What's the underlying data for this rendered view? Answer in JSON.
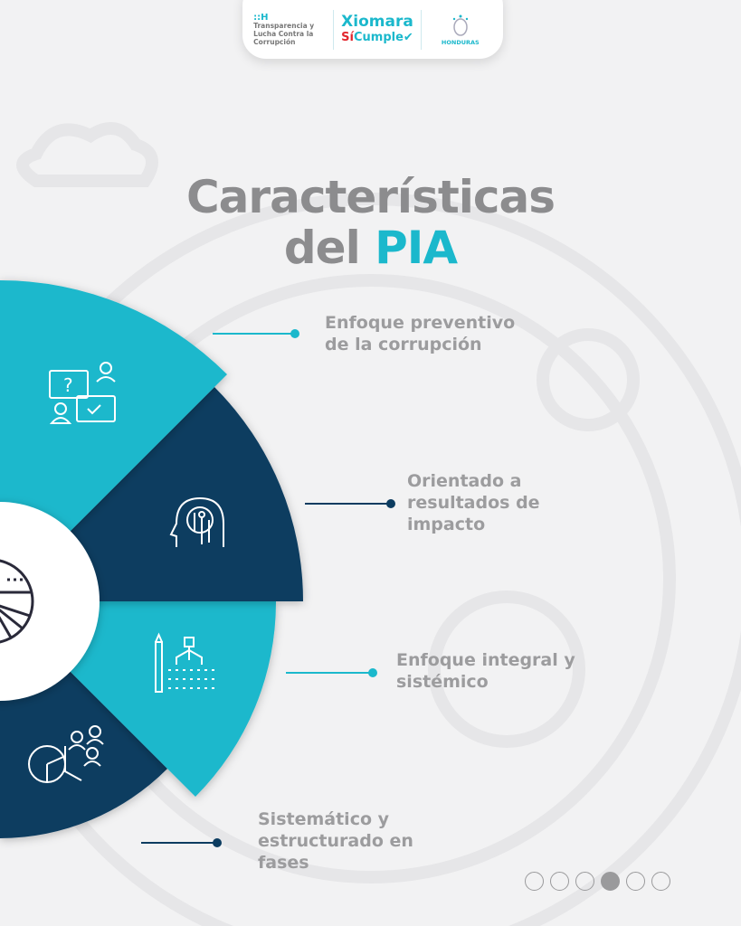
{
  "header": {
    "logo_left": {
      "mark": "::H",
      "text": "Transparencia y Lucha Contra la Corrupción"
    },
    "logo_center": {
      "line1": "Xiomara",
      "si": "Sí",
      "cumple": "Cumple✔"
    },
    "logo_right": {
      "text": "HONDURAS"
    }
  },
  "title": {
    "line1": "Características",
    "line2_prefix": "del ",
    "line2_highlight": "PIA"
  },
  "items": [
    {
      "label_line1": "Enfoque preventivo",
      "label_line2": "de la corrupción",
      "icon": "feedback-chat-icon"
    },
    {
      "label_line1": "Orientado a",
      "label_line2": "resultados de",
      "label_line3": "impacto",
      "icon": "ai-head-icon"
    },
    {
      "label_line1": "Enfoque integral y",
      "label_line2": "sistémico",
      "icon": "structure-plan-icon"
    },
    {
      "label_line1": "Sistemático y",
      "label_line2": "estructurado en",
      "label_line3": "fases",
      "icon": "team-chart-icon"
    }
  ],
  "pagination": {
    "total": 6,
    "active": 4
  },
  "colors": {
    "cyan": "#1bb8cc",
    "navy": "#0c3c60",
    "text": "#9c9c9e"
  }
}
